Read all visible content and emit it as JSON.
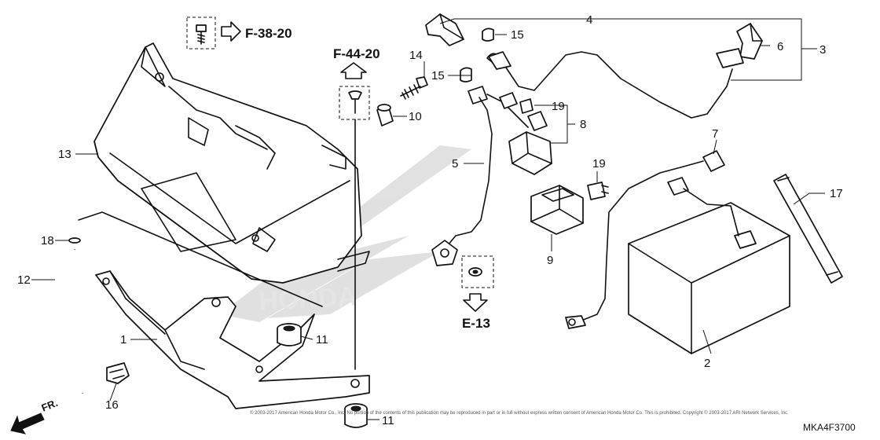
{
  "callouts": [
    "1",
    "2",
    "3",
    "4",
    "5",
    "6",
    "7",
    "8",
    "9",
    "10",
    "11",
    "11",
    "12",
    "13",
    "14",
    "15",
    "15",
    "16",
    "17",
    "18",
    "19",
    "19"
  ],
  "references": [
    "F-38-20",
    "F-44-20",
    "E-13"
  ],
  "front_label": "FR.",
  "diagram_code": "MKA4F3700",
  "copyright": "© 2003-2017 American Honda Motor Co., Inc. No portion of the contents of this publication may be reproduced in part or in full without express written consent of American Honda Motor Co. This is prohibited. Copyright © 2003-2017 ARI Network Services, Inc."
}
